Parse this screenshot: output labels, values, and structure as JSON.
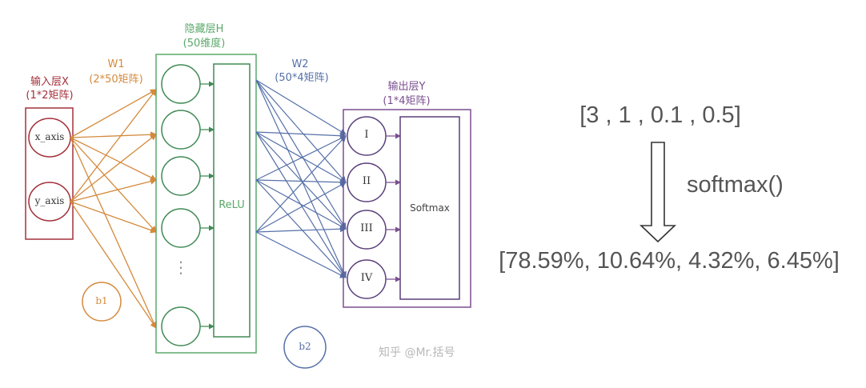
{
  "input_layer": {
    "title": "输入层X",
    "subtitle": "(1*2矩阵)",
    "nodes": [
      "x_axis",
      "y_axis"
    ]
  },
  "w1": {
    "title": "W1",
    "subtitle": "(2*50矩阵)"
  },
  "hidden_layer": {
    "title": "隐藏层H",
    "subtitle": "(50维度)",
    "activation": "ReLU",
    "ellipsis": "⋮"
  },
  "w2": {
    "title": "W2",
    "subtitle": "(50*4矩阵)"
  },
  "output_layer": {
    "title": "输出层Y",
    "subtitle": "(1*4矩阵)",
    "nodes": [
      "I",
      "II",
      "III",
      "IV"
    ],
    "activation": "Softmax"
  },
  "bias": {
    "b1": "b1",
    "b2": "b2"
  },
  "softmax_example": {
    "input": "[3 , 1 , 0.1 , 0.5]",
    "function": "softmax()",
    "output": "[78.59%, 10.64%, 4.32%, 6.45%]"
  },
  "watermark": "知乎 @Mr.括号",
  "colors": {
    "input": "#a3303a",
    "w1": "#d48a3c",
    "hidden": "#5aa86a",
    "w2": "#5570a8",
    "output": "#7a4f8f"
  }
}
